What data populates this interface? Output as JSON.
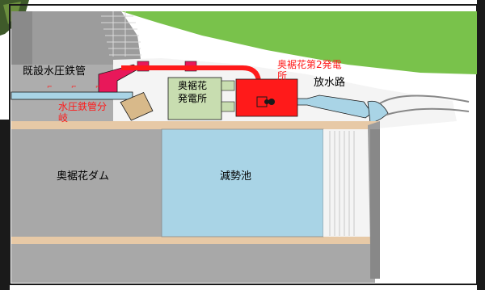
{
  "diagram": {
    "labels": {
      "existing_penstock": "既設水圧鉄管",
      "penstock_branch": "水圧鉄管分\n岐",
      "power_station_line1": "奥裾花",
      "power_station_line2": "発電所",
      "second_station_line1": "奥裾花第2発電",
      "second_station_line2": "所",
      "tailrace": "放水路",
      "dam": "奥裾花ダム",
      "stilling_basin": "減勢池"
    },
    "colors": {
      "penstock_red": "#ff1a1a",
      "penstock_magenta": "#e8185a",
      "station_green": "#c8ddb0",
      "water_blue": "#a9d4e6",
      "hill_green": "#79c24b",
      "rock_gray": "#a8a8a8",
      "outline": "#1a1a1a"
    }
  }
}
